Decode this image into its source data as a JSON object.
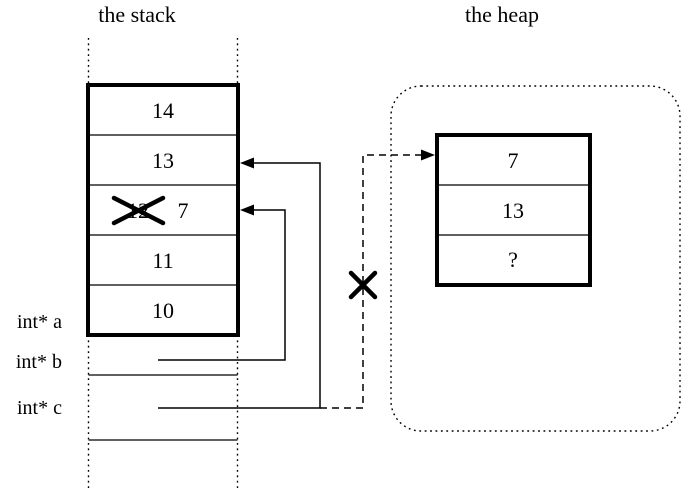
{
  "background_color": "#ffffff",
  "ink_color": "#000000",
  "stack": {
    "title": "the stack",
    "frame_rows": [
      {
        "value": "14"
      },
      {
        "value": "13"
      },
      {
        "value": "12",
        "crossed_out": true,
        "new_value": "7"
      },
      {
        "value": "11"
      },
      {
        "value": "10"
      }
    ],
    "pointer_labels": [
      {
        "label": "int* a"
      },
      {
        "label": "int* b"
      },
      {
        "label": "int* c"
      }
    ]
  },
  "heap": {
    "title": "the heap",
    "block_rows": [
      {
        "value": "7"
      },
      {
        "value": "13"
      },
      {
        "value": "?"
      }
    ]
  },
  "pointers": [
    {
      "from": "int* b",
      "to": "stack cell 7 (overwritten 12)",
      "style": "solid"
    },
    {
      "from": "int* c",
      "to": "stack cell 13",
      "style": "solid"
    },
    {
      "from": "int* c",
      "to": "heap cell 7",
      "style": "dashed",
      "crossed_out": true
    }
  ]
}
